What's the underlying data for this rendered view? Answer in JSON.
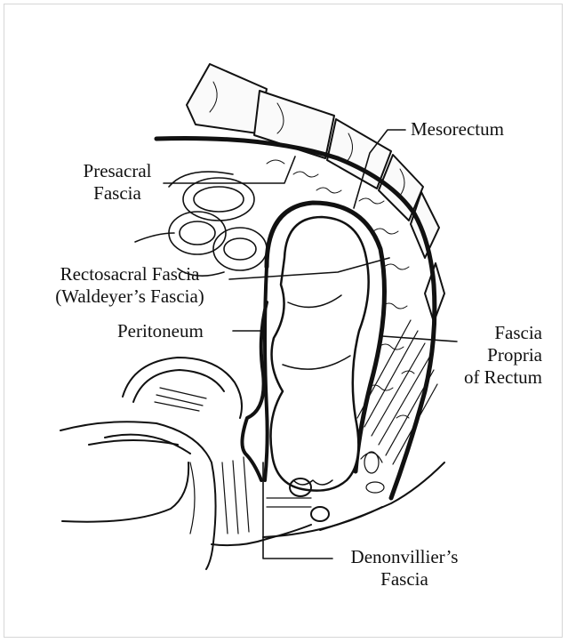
{
  "colors": {
    "ink": "#111111",
    "frame": "#d6d6d6",
    "background": "#ffffff"
  },
  "labels": {
    "mesorectum": "Mesorectum",
    "presacral_line1": "Presacral",
    "presacral_line2": "Fascia",
    "rectosacral_line1": "Rectosacral Fascia",
    "rectosacral_line2": "(Waldeyer’s Fascia)",
    "peritoneum": "Peritoneum",
    "propria_line1": "Fascia",
    "propria_line2": "Propria",
    "propria_line3": "of Rectum",
    "denonvillier_line1": "Denonvillier’s",
    "denonvillier_line2": "Fascia"
  }
}
